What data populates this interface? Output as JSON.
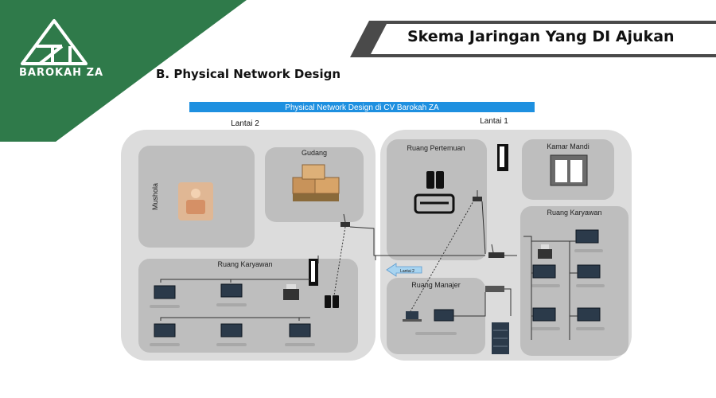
{
  "brand": {
    "name": "BAROKAH ZA",
    "logo_icon": "za-triangle-logo-icon",
    "color": "#2f7a4a"
  },
  "slide_title": "Skema Jaringan Yang DI Ajukan",
  "section_heading": "B. Physical Network Design",
  "diagram": {
    "header": "Physical Network Design di CV Barokah ZA",
    "header_color": "#1e90e0",
    "floors": [
      {
        "label": "Lantai 2",
        "rooms": [
          "Mushola",
          "Gudang",
          "Ruang Karyawan"
        ]
      },
      {
        "label": "Lantai 1",
        "rooms": [
          "Ruang Pertemuan",
          "Kamar Mandi",
          "Ruang Karyawan",
          "Ruang Manajer"
        ]
      }
    ],
    "arrow_label": "Lantai 2"
  }
}
